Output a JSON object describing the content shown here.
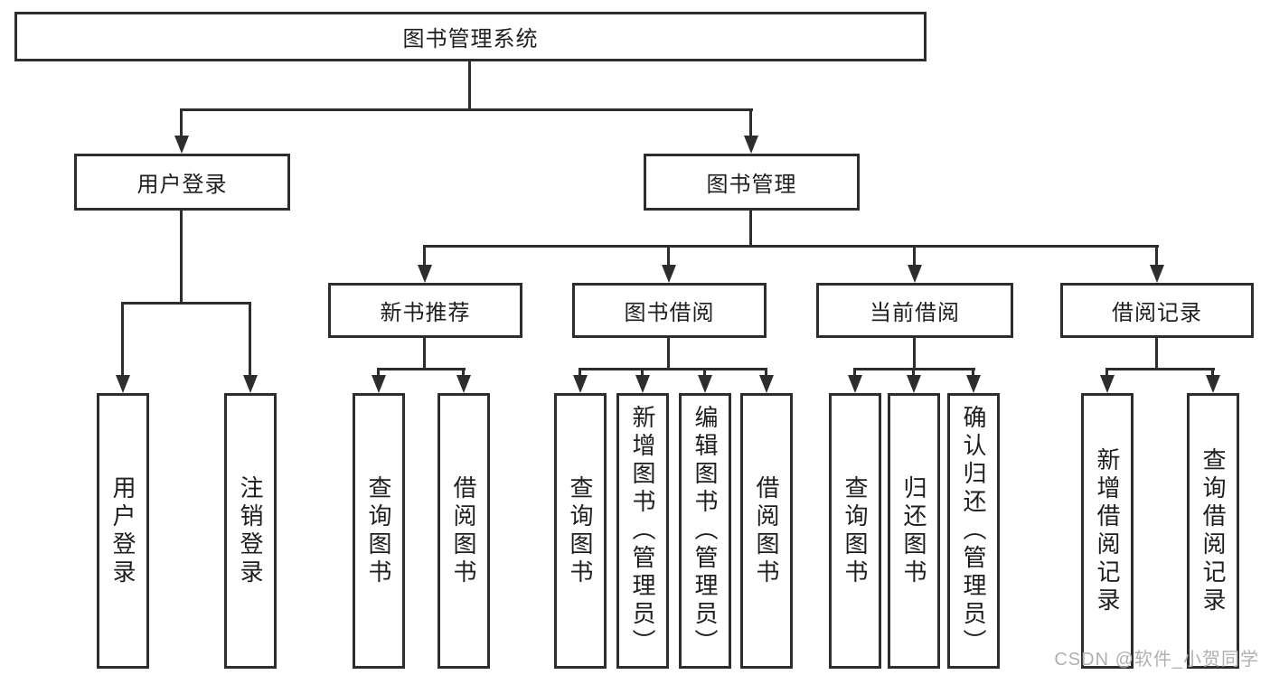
{
  "tree": {
    "label": "图书管理系统",
    "children": [
      {
        "label": "用户登录",
        "children": [
          {
            "label": "用户登录"
          },
          {
            "label": "注销登录"
          }
        ]
      },
      {
        "label": "图书管理",
        "children": [
          {
            "label": "新书推荐",
            "children": [
              {
                "label": "查询图书"
              },
              {
                "label": "借阅图书"
              }
            ]
          },
          {
            "label": "图书借阅",
            "children": [
              {
                "label": "查询图书"
              },
              {
                "label": "新增图书（管理员）"
              },
              {
                "label": "编辑图书（管理员）"
              },
              {
                "label": "借阅图书"
              }
            ]
          },
          {
            "label": "当前借阅",
            "children": [
              {
                "label": "查询图书"
              },
              {
                "label": "归还图书"
              },
              {
                "label": "确认归还（管理员）"
              }
            ]
          },
          {
            "label": "借阅记录",
            "children": [
              {
                "label": "新增借阅记录"
              },
              {
                "label": "查询借阅记录"
              }
            ]
          }
        ]
      }
    ]
  },
  "watermark": {
    "text": "CSDN @软件_小贺同学",
    "color": "#b0b0b0"
  },
  "style": {
    "line_color": "#2d2d2d",
    "background": "#ffffff",
    "text_color": "#1e1e1e"
  }
}
